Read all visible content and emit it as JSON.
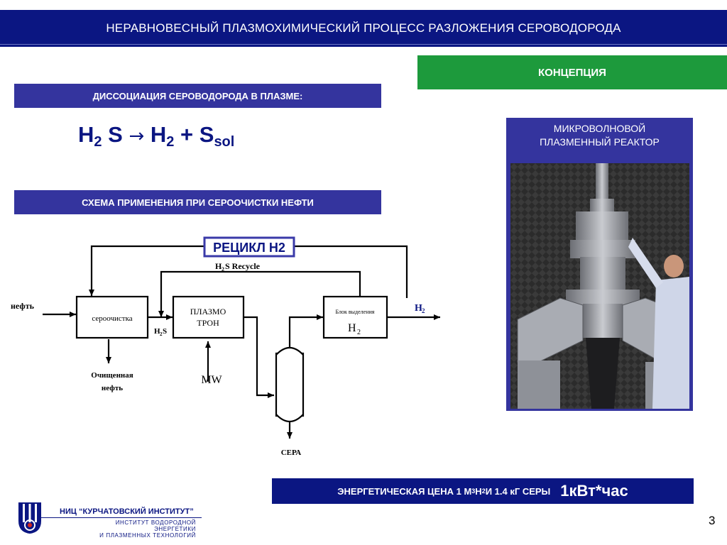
{
  "header": {
    "title": "НЕРАВНОВЕСНЫЙ ПЛАЗМОХИМИЧЕСКИЙ ПРОЦЕСС РАЗЛОЖЕНИЯ СЕРОВОДОРОДА"
  },
  "concept_label": "КОНЦЕПЦИЯ",
  "dissociation": {
    "band": "ДИССОЦИАЦИЯ СЕРОВОДОРОДА В ПЛАЗМЕ:",
    "formula": {
      "h": "H",
      "two_a": "2",
      "s": "S",
      "arrow": "→",
      "h2": "H",
      "two_b": "2",
      "plus": "+",
      "s2": "S",
      "sol": "sol"
    }
  },
  "scheme": {
    "band": "СХЕМА ПРИМЕНЕНИЯ ПРИ СЕРООЧИСТКИ НЕФТИ",
    "recycle_h2": "РЕЦИКЛ Н2",
    "h2s_recycle": "S Recycle",
    "h2s_recycle_h": "H",
    "h2s_recycle_sub": "2",
    "neft": "нефть",
    "seroochistka": "сероочистка",
    "plazmotron_1": "ПЛАЗМО",
    "plazmotron_2": "ТРОН",
    "blok_1": "Блок выделения",
    "blok_2": "H",
    "blok_2_sub": "2",
    "h2_out": "H",
    "h2_out_sub": "2",
    "h2s_in": "H",
    "h2s_in_sub": "2",
    "h2s_in_s": "S",
    "purified_1": "Очищенная",
    "purified_2": "нефть",
    "mw": "MW",
    "sera": "СЕРА"
  },
  "reactor": {
    "title_1": "МИКРОВОЛНОВОЙ",
    "title_2": "ПЛАЗМЕННЫЙ РЕАКТОР"
  },
  "energy": {
    "prefix": "ЭНЕРГЕТИЧЕСКАЯ ЦЕНА  1 М",
    "sup": "3",
    "mid": " Н",
    "sub": "2",
    "suffix": " И  1.4 кГ СЕРЫ",
    "value": "1кВт*час"
  },
  "logo": {
    "line1": "НИЦ “КУРЧАТОВСКИЙ ИНСТИТУТ”",
    "line2": "ИНСТИТУТ ВОДОРОДНОЙ ЭНЕРГЕТИКИ",
    "line3": "И ПЛАЗМЕННЫХ ТЕХНОЛОГИЙ"
  },
  "page_number": "3",
  "colors": {
    "navy": "#0b1682",
    "band_blue": "#34349e",
    "green": "#1d9a3c",
    "recycle_box": "#3a3aa8"
  }
}
